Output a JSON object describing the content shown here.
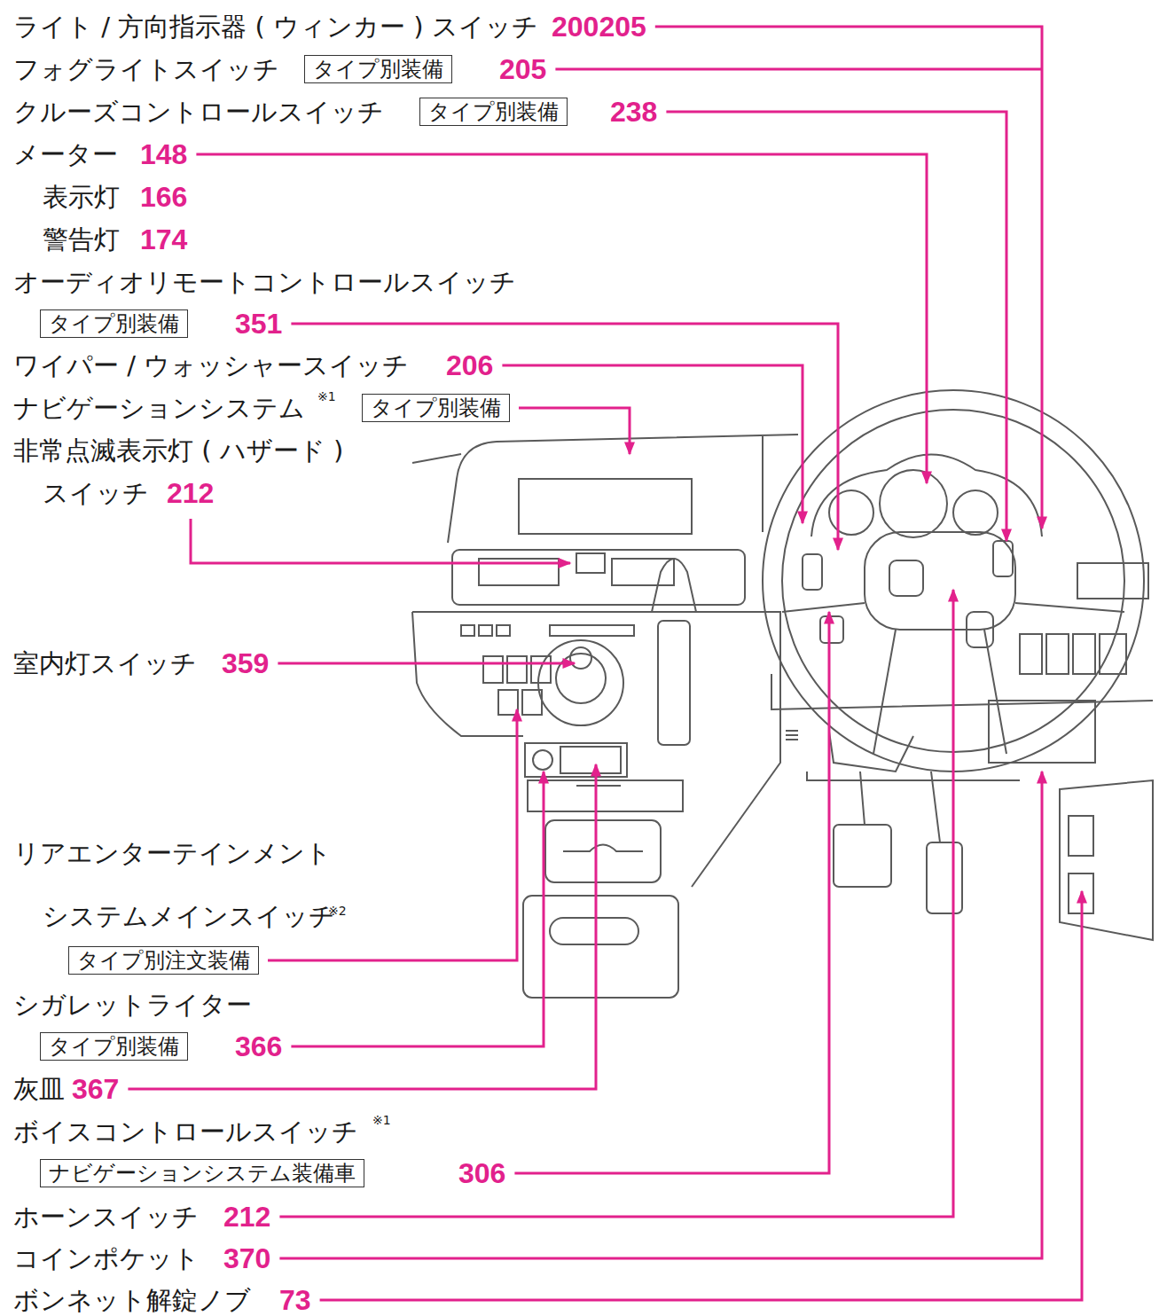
{
  "diagram": {
    "nodes": [
      {
        "text": [
          "タイプ別装備"
        ]
      },
      {
        "text": [
          "タイプ別装備"
        ]
      },
      {
        "text": [
          "タイプ別装備"
        ]
      },
      {
        "text": [
          "タイプ別装備"
        ]
      },
      {
        "text": [
          "タイプ別注文装備"
        ]
      },
      {
        "text": [
          "タイプ別装備"
        ]
      },
      {
        "text": [
          "ナビゲーションシステム装備車"
        ]
      }
    ],
    "labels": [
      "ライト / 方向指示器 ( ウィンカー ) スイッチ",
      "200205",
      "フォグライトスイッチ",
      "205",
      "クルーズコントロールスイッチ",
      "238",
      "メーター",
      "148",
      "表示灯",
      "166",
      "警告灯",
      "174",
      "オーディオリモートコントロールスイッチ",
      "351",
      "ワイパー / ウォッシャースイッチ",
      "206",
      "ナビゲーションシステム",
      "※1",
      "非常点滅表示灯 ( ハザード ) スイッチ",
      "212",
      "室内灯スイッチ",
      "359",
      "リアエンターテインメント システムメインスイッチ",
      "※2",
      "シガレットライター",
      "366",
      "灰皿",
      "367",
      "ボイスコントロールスイッチ",
      "※1",
      "306",
      "ホーンスイッチ",
      "212",
      "コインポケット",
      "370",
      "ボンネット解錠ノブ",
      "73"
    ]
  }
}
